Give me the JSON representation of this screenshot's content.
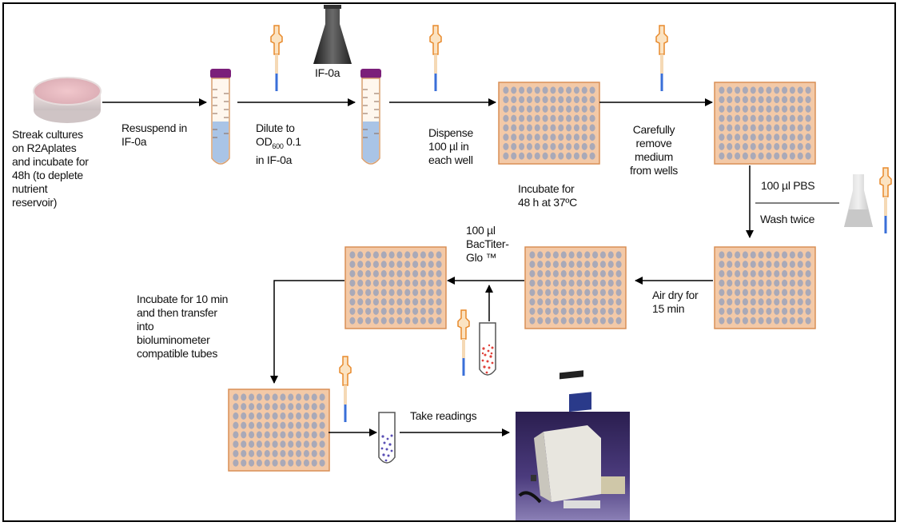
{
  "labels": {
    "streak": "Streak cultures\non R2Aplates\nand incubate for\n48h (to deplete\nnutrient\nreservoir)",
    "resuspend": "Resuspend in\nIF-0a",
    "dilute_prefix": "Dilute to\nOD",
    "dilute_sub": "600",
    "dilute_suffix": " 0.1\nin IF-0a",
    "flask_label": "IF-0a",
    "dispense": "Dispense\n100 µl in\neach well",
    "incubate48": "Incubate for\n48 h at 37ºC",
    "remove": "Carefully\nremove\nmedium\nfrom wells",
    "pbs": "100 µl PBS",
    "wash": "Wash twice",
    "airdry": "Air dry for\n15 min",
    "bactiter": "100 µl\nBacTiter-\nGlo ™",
    "incubate10": "Incubate for 10 min\nand then transfer\ninto\nbioluminometer\ncompatible tubes",
    "readings": "Take readings"
  },
  "colors": {
    "plate_fill": "#f3c9a7",
    "plate_border": "#d98f56",
    "well": "#a9a9b8",
    "tube_liquid": "#a9c4e6",
    "tube_cap": "#7b1f7a",
    "pipette_orange": "#e88a2c",
    "pipette_tip": "#3a6fd8"
  }
}
